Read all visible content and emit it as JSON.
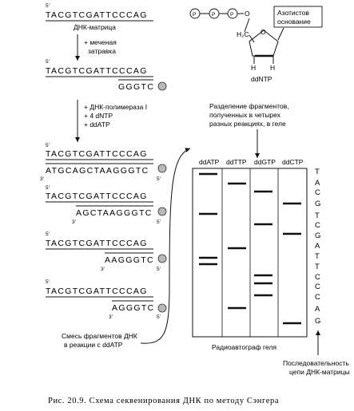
{
  "template_strand": "TACGTCGATTCCCAG",
  "template_label": "ДНК-матрица",
  "primer_steps": [
    "+ меченая",
    "затравка"
  ],
  "primer_seq": "GGGTC",
  "polymerase_steps": [
    "+ ДНК-полимераза I",
    "+ 4 dNTP",
    "+ ddATP"
  ],
  "fragments": [
    "ATGCAGCTAAGGGTC",
    "AGCTAAGGGTC",
    "AAGGGTC",
    "AGGGTC"
  ],
  "end_5": "5'",
  "end_3": "3'",
  "nucleotide": {
    "phosphate": "P",
    "oxygen": "O",
    "h2c": "H₂C",
    "h": "H",
    "base_box": [
      "Азотистов",
      "основание"
    ],
    "label": "ddNTP"
  },
  "separation_note": [
    "Разделение фрагментов,",
    "полученных в четырех",
    "разных реакциях, в геле"
  ],
  "lanes": [
    "ddATP",
    "ddTTP",
    "ddGTP",
    "ddCTP"
  ],
  "gel_caption": "Радиоавтограф геля",
  "read_sequence": [
    "T",
    "A",
    "C",
    "G",
    "T",
    "C",
    "G",
    "A",
    "T",
    "T",
    "C",
    "C",
    "C",
    "A",
    "G"
  ],
  "read_note": [
    "Последовательность",
    "цепи ДНК-матрицы"
  ],
  "mix_note": [
    "Смесь фрагментов ДНК",
    "в реакции с ddATP"
  ],
  "figure_caption": "Рис. 20.9. Схема секвенирования ДНК по методу Сэнгера",
  "colors": {
    "ink": "#111111",
    "bead": "#b9b9b9"
  }
}
